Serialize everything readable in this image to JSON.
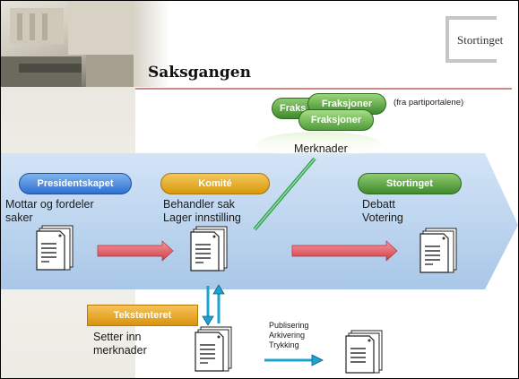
{
  "header": {
    "title": "Saksgangen",
    "logo_text": "Stortinget"
  },
  "fraksjoner": {
    "labels": [
      "Fraksjoner",
      "Fraksjoner",
      "Fraksjoner"
    ],
    "back_label_visible": "Fraks",
    "note": "(fra partiportalene)",
    "merknader": "Merknader"
  },
  "steps": [
    {
      "pill": "Presidentskapet",
      "text": [
        "Mottar og fordeler",
        "saker"
      ],
      "color": "#2f6fcf"
    },
    {
      "pill": "Komité",
      "text": [
        "Behandler sak",
        "Lager innstilling"
      ],
      "color": "#d79a0c"
    },
    {
      "pill": "Stortinget",
      "text": [
        "Debatt",
        "Votering"
      ],
      "color": "#3f8a2e"
    }
  ],
  "tekstenteret": {
    "label": "Tekstenteret",
    "text": [
      "Setter inn",
      "merknader"
    ]
  },
  "publish": [
    "Publisering",
    "Arkivering",
    "Trykking"
  ],
  "colors": {
    "band": "#b9d3ee",
    "red_arrow": "#e0505a",
    "cyan_arrow": "#1ea3cf",
    "green_line": "#3daa55"
  }
}
